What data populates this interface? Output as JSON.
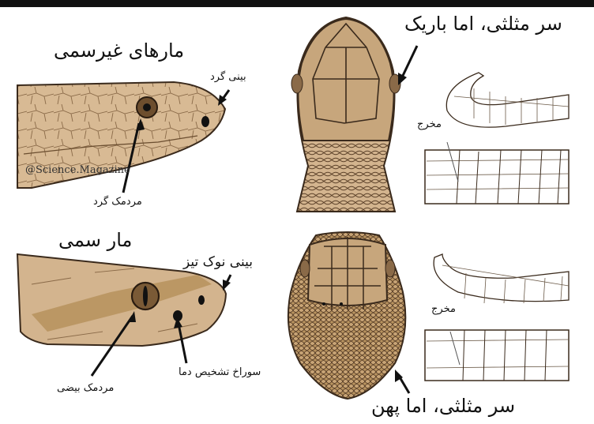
{
  "top_row": {
    "title": "مارهای غیرسمی",
    "snout_label": "بینی گرد",
    "pupil_label": "مردمک گرد",
    "head_shape_label": "سر مثلثی، اما باریک",
    "vent_label": "مخرج"
  },
  "bottom_row": {
    "title": "مار سمی",
    "snout_label": "بینی نوک تیز",
    "pit_label": "سوراخ تشخیص دما",
    "pupil_label": "مردمک بیضی",
    "head_shape_label": "سر مثلثی، اما پهن",
    "vent_label": "مخرج"
  },
  "watermark": "@Science.Magazine",
  "colors": {
    "skin": "#d3b48e",
    "skin_dark": "#b8935f",
    "outline": "#3a2a1c",
    "background": "#ffffff"
  }
}
